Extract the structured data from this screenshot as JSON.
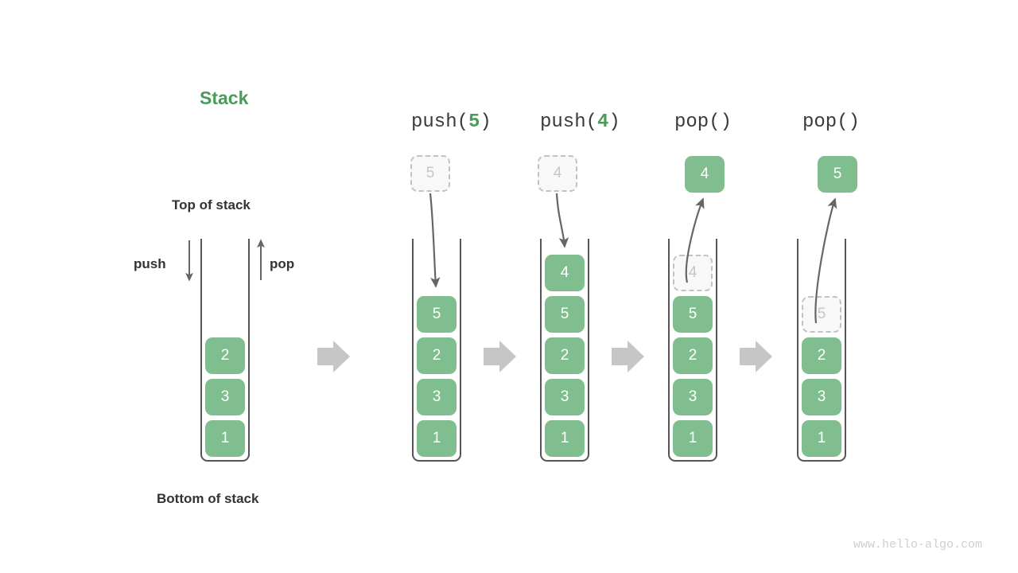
{
  "title": "Stack",
  "labels": {
    "top_of_stack": "Top of stack",
    "bottom_of_stack": "Bottom of stack",
    "push": "push",
    "pop": "pop"
  },
  "watermark": "www.hello-algo.com",
  "colors": {
    "accent_green": "#4a9b5b",
    "cell_green": "#80bd8f",
    "cell_text": "#ffffff",
    "ghost_fill": "#f8f8f8",
    "ghost_border": "#c2c2c2",
    "ghost_text": "#c6c6c6",
    "outline": "#555555",
    "arrow_gray": "#666666",
    "block_arrow_gray": "#c6c6c6",
    "watermark_gray": "#cfcfcf"
  },
  "initial_stack": {
    "name": "initial",
    "items": [
      "2",
      "3",
      "1"
    ]
  },
  "steps": [
    {
      "op_prefix": "push(",
      "op_arg": "5",
      "op_suffix": ")",
      "op_full": "push(5)",
      "floating": {
        "value": "5",
        "style": "ghost",
        "position": "above"
      },
      "arrow_direction": "down",
      "items": [
        {
          "value": "5",
          "style": "solid"
        },
        {
          "value": "2",
          "style": "solid"
        },
        {
          "value": "3",
          "style": "solid"
        },
        {
          "value": "1",
          "style": "solid"
        }
      ]
    },
    {
      "op_prefix": "push(",
      "op_arg": "4",
      "op_suffix": ")",
      "op_full": "push(4)",
      "floating": {
        "value": "4",
        "style": "ghost",
        "position": "above"
      },
      "arrow_direction": "down",
      "items": [
        {
          "value": "4",
          "style": "solid"
        },
        {
          "value": "5",
          "style": "solid"
        },
        {
          "value": "2",
          "style": "solid"
        },
        {
          "value": "3",
          "style": "solid"
        },
        {
          "value": "1",
          "style": "solid"
        }
      ]
    },
    {
      "op_prefix": "pop(",
      "op_arg": "",
      "op_suffix": ")",
      "op_full": "pop()",
      "floating": {
        "value": "4",
        "style": "solid",
        "position": "above"
      },
      "arrow_direction": "up",
      "items": [
        {
          "value": "4",
          "style": "ghost"
        },
        {
          "value": "5",
          "style": "solid"
        },
        {
          "value": "2",
          "style": "solid"
        },
        {
          "value": "3",
          "style": "solid"
        },
        {
          "value": "1",
          "style": "solid"
        }
      ]
    },
    {
      "op_prefix": "pop(",
      "op_arg": "",
      "op_suffix": ")",
      "op_full": "pop()",
      "floating": {
        "value": "5",
        "style": "solid",
        "position": "above"
      },
      "arrow_direction": "up",
      "items": [
        {
          "value": "5",
          "style": "ghost"
        },
        {
          "value": "2",
          "style": "solid"
        },
        {
          "value": "3",
          "style": "solid"
        },
        {
          "value": "1",
          "style": "solid"
        }
      ]
    }
  ],
  "transitions": [
    "step-arrow-1",
    "step-arrow-2",
    "step-arrow-3",
    "step-arrow-4"
  ]
}
